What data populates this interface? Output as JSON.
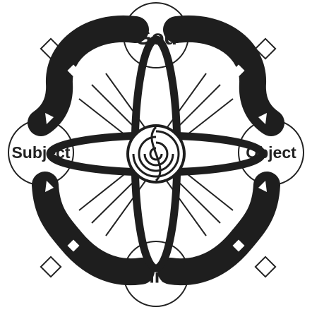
{
  "nodes": {
    "top": {
      "label": "God"
    },
    "left": {
      "label": "Subject"
    },
    "right": {
      "label": "Object"
    },
    "bottom": {
      "label": "Union"
    }
  },
  "colors": {
    "ink": "#1e1e1e",
    "paper": "#ffffff",
    "stroke": "#222222"
  }
}
